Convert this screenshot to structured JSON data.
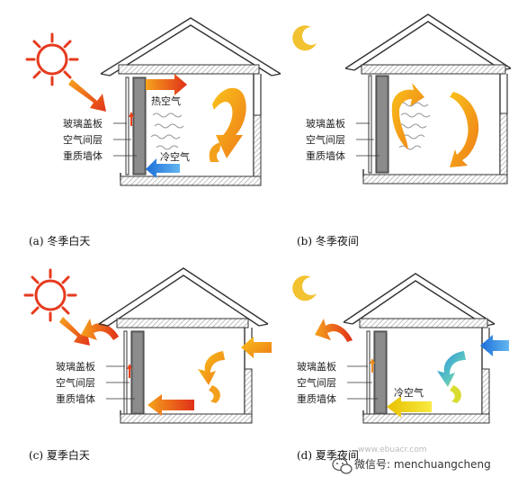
{
  "panels": [
    {
      "caption": "(a)  冬季白天",
      "celestial": "sun-icon",
      "layer_labels": [
        "玻璃盖板",
        "空气间层",
        "重质墙体"
      ],
      "flow_labels": [
        "热空气",
        "冷空气"
      ]
    },
    {
      "caption": "(b) 冬季夜间",
      "celestial": "moon-icon",
      "layer_labels": [
        "玻璃盖板",
        "空气间层",
        "重质墙体"
      ],
      "flow_labels": []
    },
    {
      "caption": "(c) 夏季白天",
      "celestial": "sun-icon",
      "layer_labels": [
        "玻璃盖板",
        "空气间层",
        "重质墙体"
      ],
      "flow_labels": []
    },
    {
      "caption": "(d) 夏季夜间",
      "celestial": "moon-icon",
      "layer_labels": [
        "玻璃盖板",
        "空气间层",
        "重质墙体"
      ],
      "flow_labels": [
        "冷空气"
      ]
    }
  ],
  "watermark": {
    "text": "微信号: menchuangcheng",
    "url": "www.ebuacr.com"
  },
  "colors": {
    "warm": "#f08a1c",
    "hot": "#e8431a",
    "cool": "#2a8fe0",
    "yellow": "#f5c518",
    "moon": "#f2c230",
    "outline": "#333333",
    "hatch": "#9a9a9a",
    "wall": "#7a7a7a"
  }
}
